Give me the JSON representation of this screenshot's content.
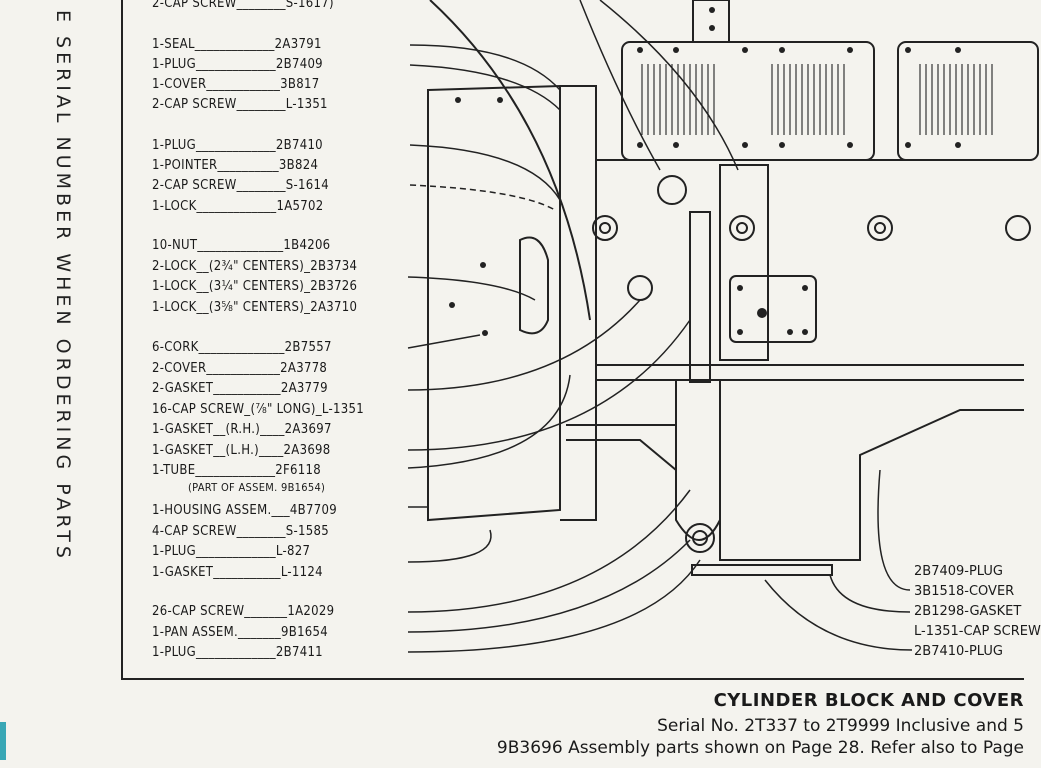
{
  "sidebar_text": "E SERIAL NUMBER WHEN ORDERING PARTS",
  "parts_left": [
    "2-CAP SCREW________S-1617)",
    "1-SEAL_____________2A3791",
    "1-PLUG_____________2B7409",
    "1-COVER____________3B817",
    "2-CAP SCREW________L-1351",
    "1-PLUG_____________2B7410",
    "1-POINTER__________3B824",
    "2-CAP SCREW________S-1614",
    "1-LOCK_____________1A5702",
    "10-NUT______________1B4206",
    "2-LOCK__(2¾\" CENTERS)_2B3734",
    "1-LOCK__(3¼\" CENTERS)_2B3726",
    "1-LOCK__(3⅝\" CENTERS)_2A3710",
    "6-CORK______________2B7557",
    "2-COVER____________2A3778",
    "2-GASKET___________2A3779",
    "16-CAP SCREW_(⅞\" LONG)_L-1351",
    "1-GASKET__(R.H.)____2A3697",
    "1-GASKET__(L.H.)____2A3698",
    "1-TUBE_____________2F6118",
    "(PART OF ASSEM. 9B1654)",
    "1-HOUSING ASSEM.___4B7709",
    "4-CAP SCREW________S-1585",
    "1-PLUG_____________L-827",
    "1-GASKET___________L-1124",
    "26-CAP SCREW_______1A2029",
    "1-PAN ASSEM._______9B1654",
    "1-PLUG_____________2B7411"
  ],
  "parts_right": [
    "2B7409-PLUG",
    "3B1518-COVER",
    "2B1298-GASKET",
    "L-1351-CAP SCREW",
    "2B7410-PLUG"
  ],
  "caption": {
    "title": "CYLINDER BLOCK AND COVER",
    "line1": "Serial No. 2T337 to 2T9999 Inclusive and 5",
    "line2": "9B3696 Assembly parts shown on Page 28.  Refer also to Page"
  }
}
